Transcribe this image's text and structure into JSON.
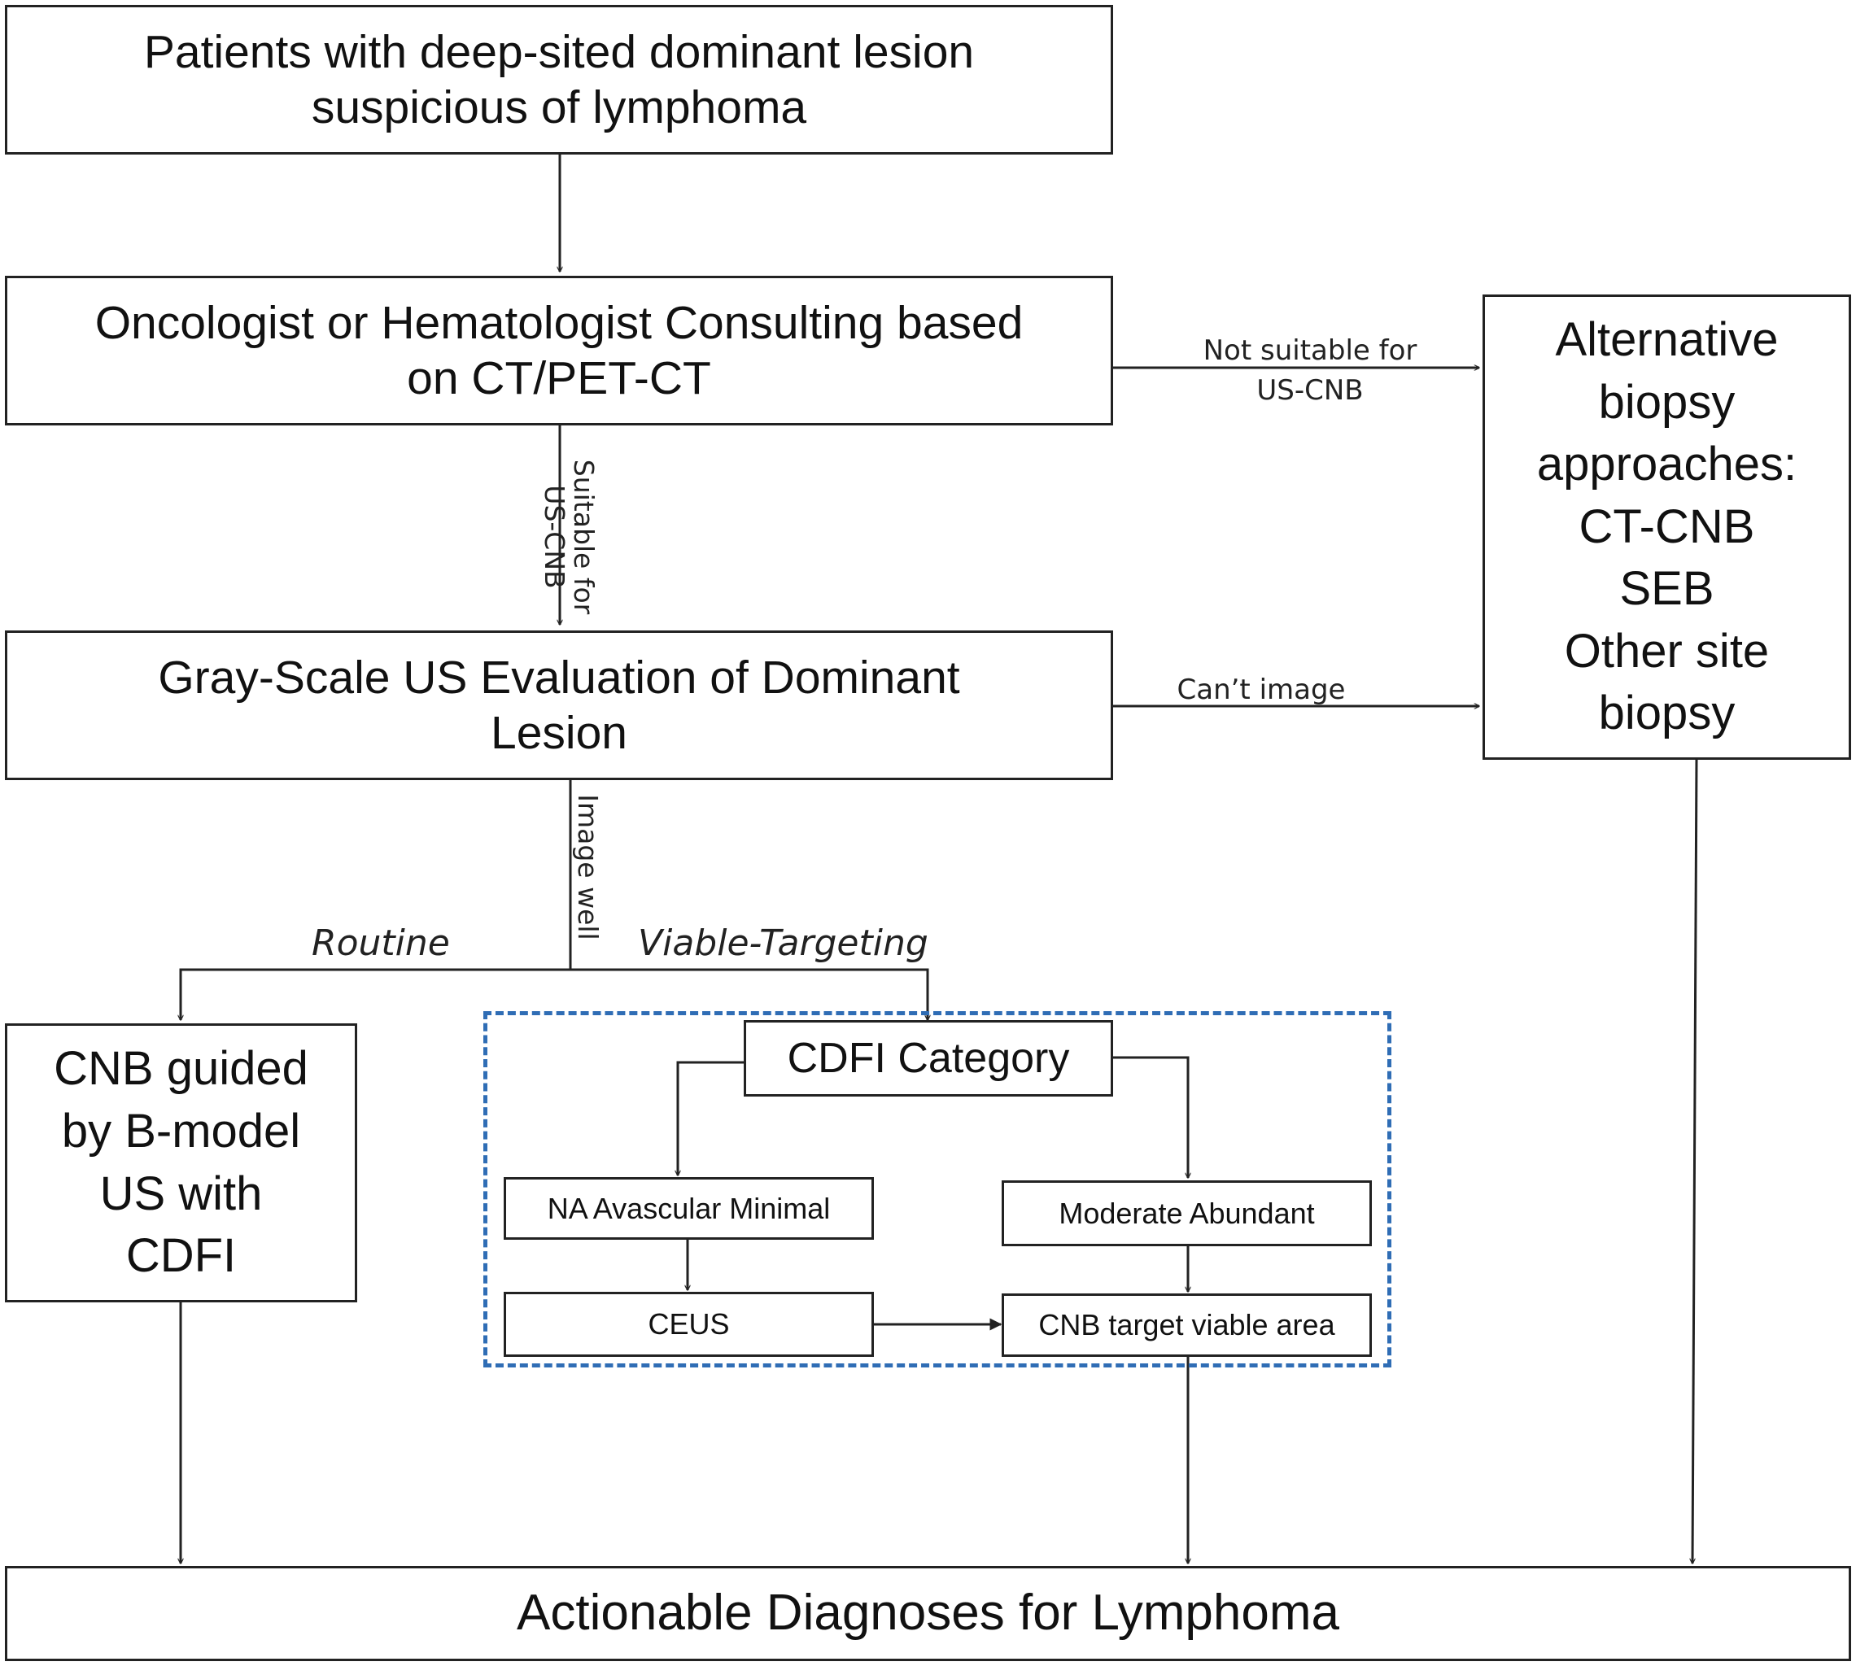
{
  "nodes": {
    "start": "Patients with deep-sited dominant lesion\nsuspicious of lymphoma",
    "consult": "Oncologist or Hematologist Consulting based\non CT/PET-CT",
    "grayscale": "Gray-Scale US Evaluation of Dominant\nLesion",
    "alternative": "Alternative\nbiopsy\napproaches:\nCT-CNB\nSEB\nOther site\nbiopsy",
    "cnb_routine": "CNB guided\nby B-model\nUS with\nCDFI",
    "cdfi": "CDFI Category",
    "na": "NA Avascular Minimal",
    "moderate": "Moderate Abundant",
    "ceus": "CEUS",
    "cnb_target": "CNB target viable area",
    "final": "Actionable Diagnoses for Lymphoma"
  },
  "edge_labels": {
    "not_suitable": "Not suitable for\nUS-CNB",
    "suitable": "Suitable for\nUS-CNB",
    "cant_image": "Can’t image",
    "image_well": "Image well",
    "routine": "Routine",
    "viable": "Viable-Targeting"
  },
  "colors": {
    "line": "#222222",
    "dashed_border": "#2f6db5"
  }
}
